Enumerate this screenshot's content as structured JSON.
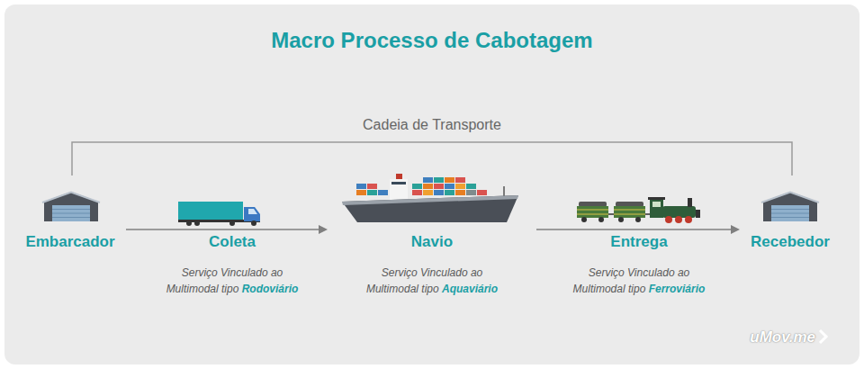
{
  "diagram": {
    "title": "Macro Processo de Cabotagem",
    "nodes": [
      {
        "text": [
          "Embarcador"
        ]
      },
      {
        "text": [
          "Coleta",
          "Serviço Vinculado ao Multimodal tipo",
          "Rodoviário"
        ]
      },
      {
        "text": [
          "Navio",
          "Serviço Vinculado ao Multimodal tipo",
          "Aquaviário"
        ]
      },
      {
        "text": [
          "Entrega",
          "Serviço Vinculado ao Multimodal tipo",
          "Ferroviário"
        ]
      },
      {
        "text": [
          "Recebedor"
        ]
      }
    ],
    "edges": [
      {
        "from": 0,
        "to": 2,
        "arrow": "to"
      },
      {
        "from": 2,
        "to": 4,
        "arrow": "to"
      }
    ],
    "labels": [
      "Cadeia de Transporte",
      "uMov.me"
    ]
  }
}
